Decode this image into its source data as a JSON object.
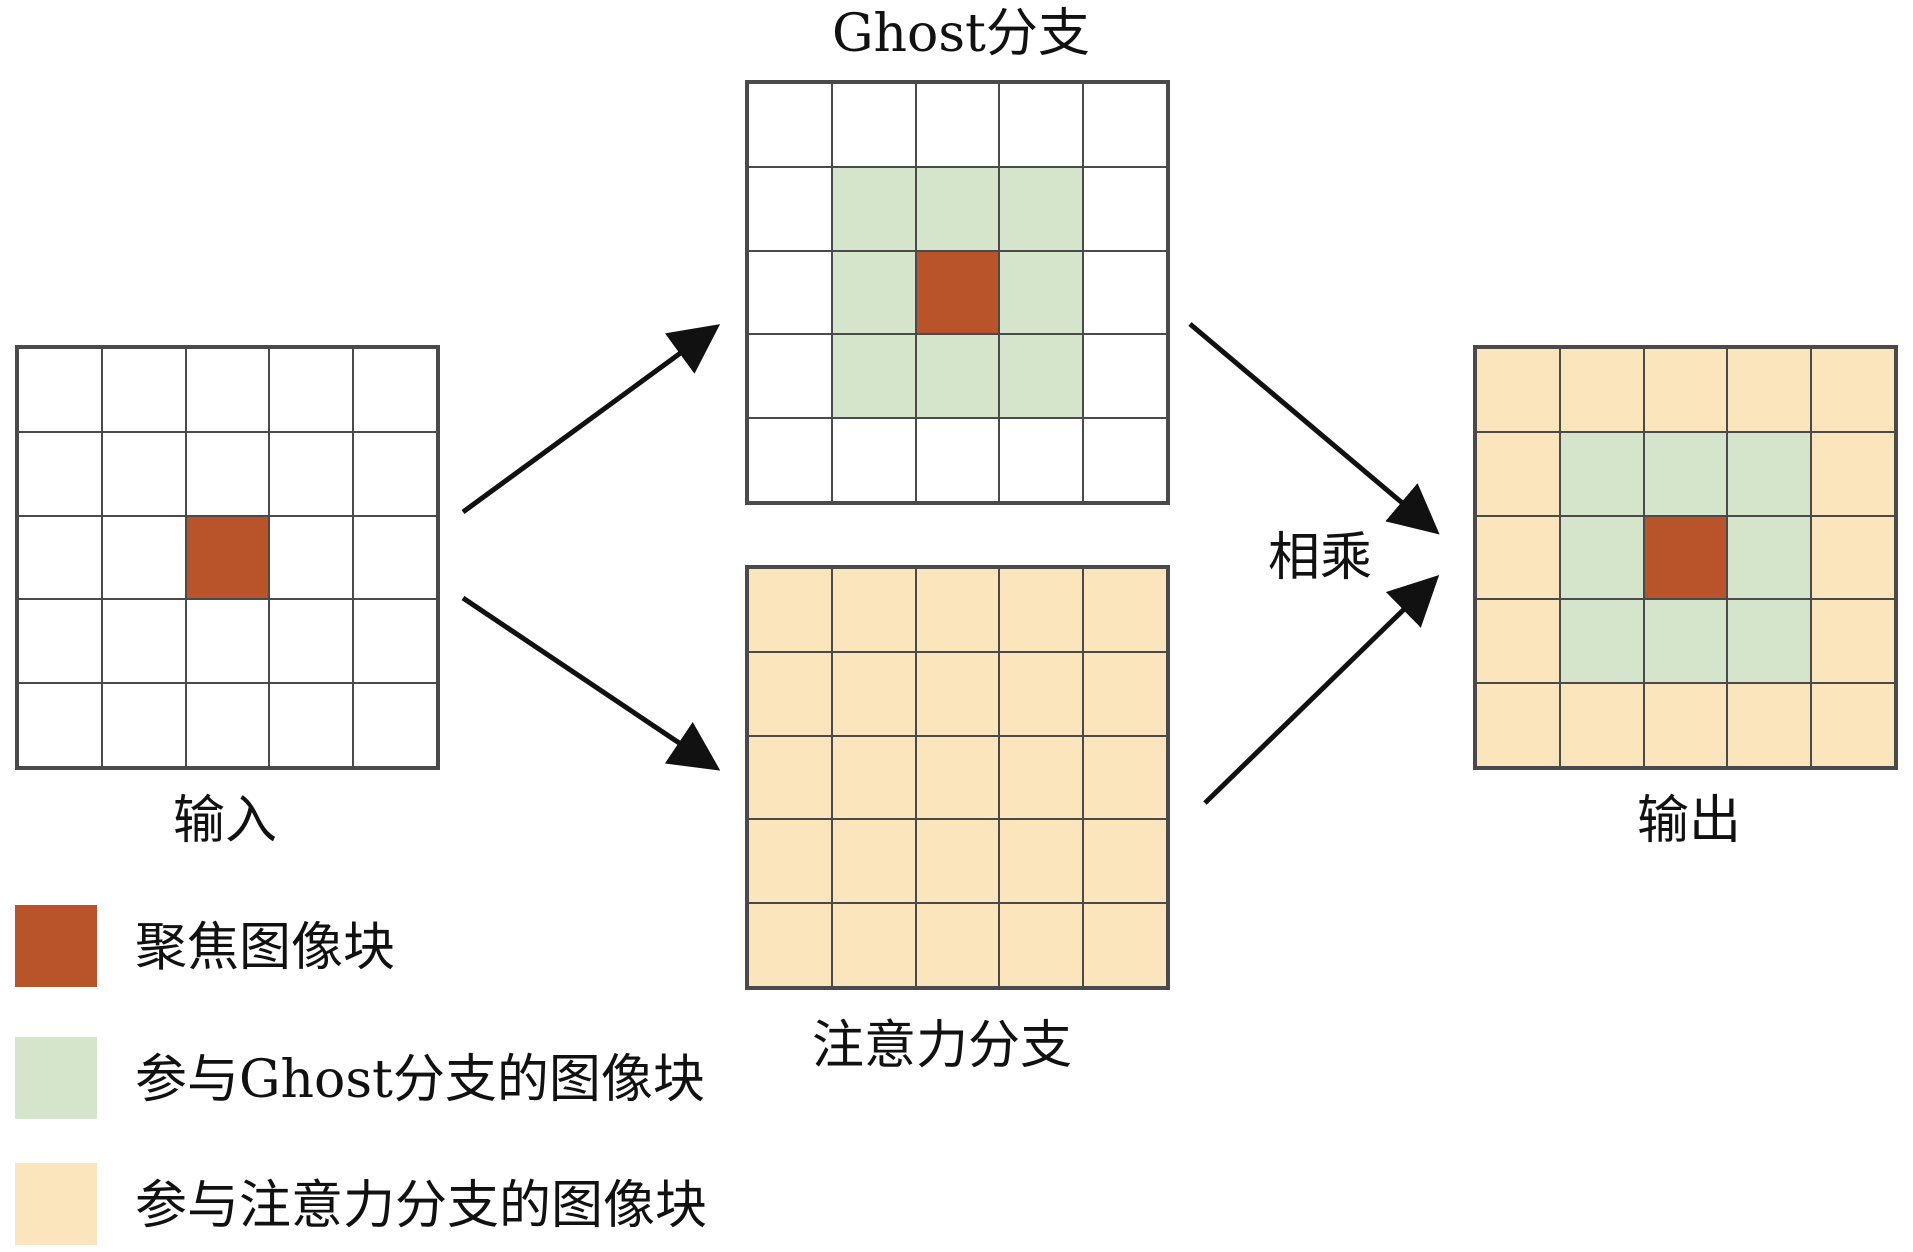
{
  "labels": {
    "input": "输入",
    "ghost_branch": "Ghost分支",
    "attention_branch": "注意力分支",
    "multiply": "相乘",
    "output": "输出"
  },
  "legend": [
    {
      "text": "聚焦图像块",
      "color": "#b9542a"
    },
    {
      "text": "参与Ghost分支的图像块",
      "color": "#d5e5cb"
    },
    {
      "text": "参与注意力分支的图像块",
      "color": "#fbe5bd"
    }
  ],
  "grids": {
    "input": [
      [
        "white",
        "white",
        "white",
        "white",
        "white"
      ],
      [
        "white",
        "white",
        "white",
        "white",
        "white"
      ],
      [
        "white",
        "white",
        "focus",
        "white",
        "white"
      ],
      [
        "white",
        "white",
        "white",
        "white",
        "white"
      ],
      [
        "white",
        "white",
        "white",
        "white",
        "white"
      ]
    ],
    "ghost": [
      [
        "white",
        "white",
        "white",
        "white",
        "white"
      ],
      [
        "white",
        "green",
        "green",
        "green",
        "white"
      ],
      [
        "white",
        "green",
        "focus",
        "green",
        "white"
      ],
      [
        "white",
        "green",
        "green",
        "green",
        "white"
      ],
      [
        "white",
        "white",
        "white",
        "white",
        "white"
      ]
    ],
    "attention": [
      [
        "yellow",
        "yellow",
        "yellow",
        "yellow",
        "yellow"
      ],
      [
        "yellow",
        "yellow",
        "yellow",
        "yellow",
        "yellow"
      ],
      [
        "yellow",
        "yellow",
        "yellow",
        "yellow",
        "yellow"
      ],
      [
        "yellow",
        "yellow",
        "yellow",
        "yellow",
        "yellow"
      ],
      [
        "yellow",
        "yellow",
        "yellow",
        "yellow",
        "yellow"
      ]
    ],
    "output": [
      [
        "yellow",
        "yellow",
        "yellow",
        "yellow",
        "yellow"
      ],
      [
        "yellow",
        "green",
        "green",
        "green",
        "yellow"
      ],
      [
        "yellow",
        "green",
        "focus",
        "green",
        "yellow"
      ],
      [
        "yellow",
        "green",
        "green",
        "green",
        "yellow"
      ],
      [
        "yellow",
        "yellow",
        "yellow",
        "yellow",
        "yellow"
      ]
    ]
  },
  "colors": {
    "focus": "#b9542a",
    "ghost": "#d5e5cb",
    "attention": "#fbe5bd",
    "grid_line": "#4a4a4a"
  }
}
